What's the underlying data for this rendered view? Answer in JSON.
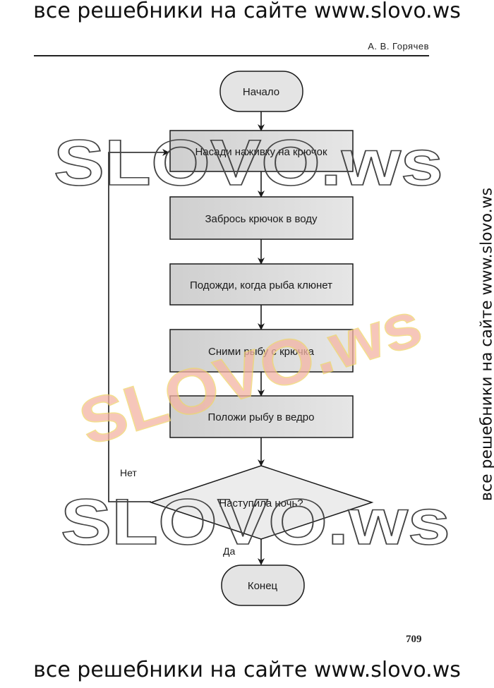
{
  "banners": {
    "top": "все решебники на сайте www.slovo.ws",
    "bottom": "все решебники на сайте www.slovo.ws",
    "side": "все решебники на сайте www.slovo.ws"
  },
  "header": {
    "author": "А. В. Горячев"
  },
  "flowchart": {
    "start": "Начало",
    "steps": [
      "Насади наживку на крючок",
      "Забрось крючок в воду",
      "Подожди, когда рыба клюнет",
      "Сними рыбу с крючка",
      "Положи рыбу в ведро"
    ],
    "decision": "Наступила ночь?",
    "no_label": "Нет",
    "yes_label": "Да",
    "end": "Конец"
  },
  "watermarks": {
    "upper": "SLOVO.ws",
    "middle": "SLOVO.ws",
    "lower": "SLOVO.ws"
  },
  "footer": {
    "page_number": "709"
  },
  "colors": {
    "process_fill": "#d9d9d9",
    "line": "#1a1a1a",
    "watermark_fill": "#f4b4a4"
  }
}
